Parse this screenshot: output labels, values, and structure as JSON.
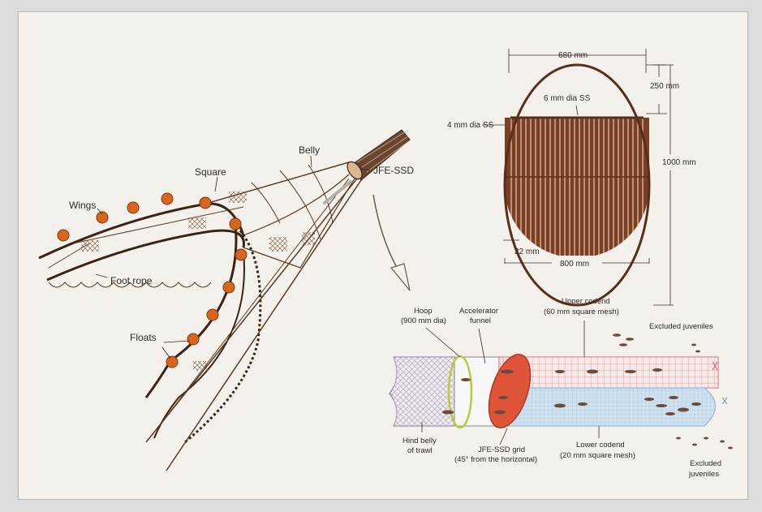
{
  "colors": {
    "net": "#5a3b24",
    "float": "#d9661f",
    "grid": "#6b3a22",
    "upper_codend": "#e46b7a",
    "lower_codend": "#a9c6e0",
    "grid_fill": "#e0553a",
    "hoop": "#b7cc3a"
  },
  "trawl_labels": {
    "wings": "Wings",
    "square": "Square",
    "belly": "Belly",
    "foot_rope": "Foot rope",
    "floats": "Floats",
    "device": "JFE-SSD"
  },
  "grid_dims": {
    "top_width": "680 mm",
    "top_offset": "250 mm",
    "height": "1000 mm",
    "bar_upper": "6 mm dia SS",
    "bar_side": "4 mm dia SS",
    "spacing": "22 mm",
    "width": "800 mm"
  },
  "codend_labels": {
    "hoop_1": "Hoop",
    "hoop_2": "(900 mm dia)",
    "accelerator_1": "Accelerator",
    "accelerator_2": "funnel",
    "upper_codend_1": "Upper codend",
    "upper_codend_2": "(60 mm square mesh)",
    "excluded_top": "Excluded juveniles",
    "hind_belly_1": "Hind belly",
    "hind_belly_2": "of trawl",
    "grid_1": "JFE-SSD grid",
    "grid_2": "(45° from the horizontal)",
    "lower_codend_1": "Lower codend",
    "lower_codend_2": "(20 mm square mesh)",
    "excluded_bottom_1": "Excluded",
    "excluded_bottom_2": "juveniles"
  }
}
